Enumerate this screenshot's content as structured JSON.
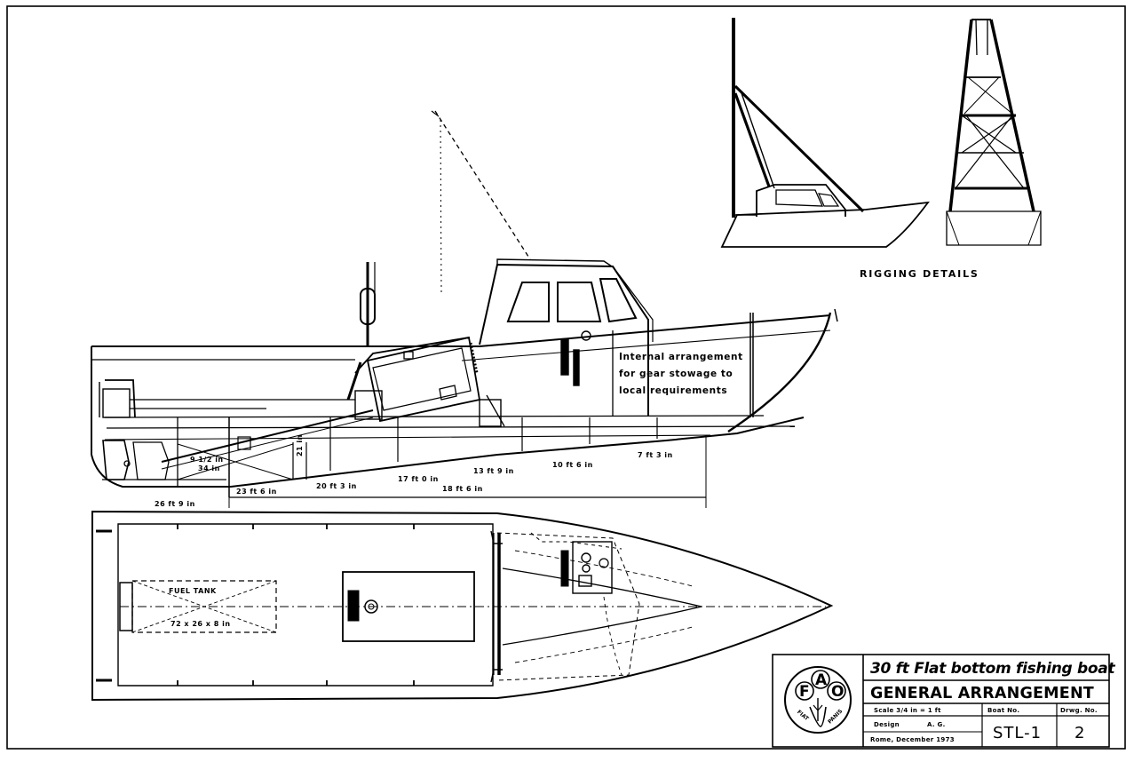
{
  "rigging": {
    "caption": "RIGGING DETAILS"
  },
  "profile": {
    "note_lines": [
      "Internal arrangement",
      "for gear stowage to",
      "local requirements"
    ],
    "dimensions": {
      "d_26ft_9in": "26 ft 9 in",
      "d_23ft_6in": "23 ft 6 in",
      "d_20ft_3in": "20 ft 3 in",
      "d_17ft_0in": "17 ft 0 in",
      "d_18ft_6in": "18 ft 6 in",
      "d_13ft_9in": "13 ft 9 in",
      "d_10ft_6in": "10 ft 6 in",
      "d_7ft_3in": "7 ft 3 in",
      "d_9_1_2in": "9 1/2 in",
      "d_34in": "34 in",
      "d_21in": "21 in"
    }
  },
  "plan": {
    "fuel_tank_label": "FUEL TANK",
    "fuel_tank_size": "72 x 26 x 8 in"
  },
  "title_block": {
    "title": "30 ft Flat bottom fishing boat",
    "subtitle": "GENERAL ARRANGEMENT",
    "scale_label": "Scale  3/4 in = 1 ft",
    "boat_no_header": "Boat      No.",
    "drwg_no_header": "Drwg. No.",
    "design_label": "Design",
    "design_value": "A. G.",
    "place_date": "Rome, December 1973",
    "boat_no": "STL-1",
    "drwg_no": "2"
  },
  "logo": {
    "letter_f": "F",
    "letter_a": "A",
    "letter_o": "O",
    "motto_left": "FIAT",
    "motto_right": "PANIS"
  }
}
